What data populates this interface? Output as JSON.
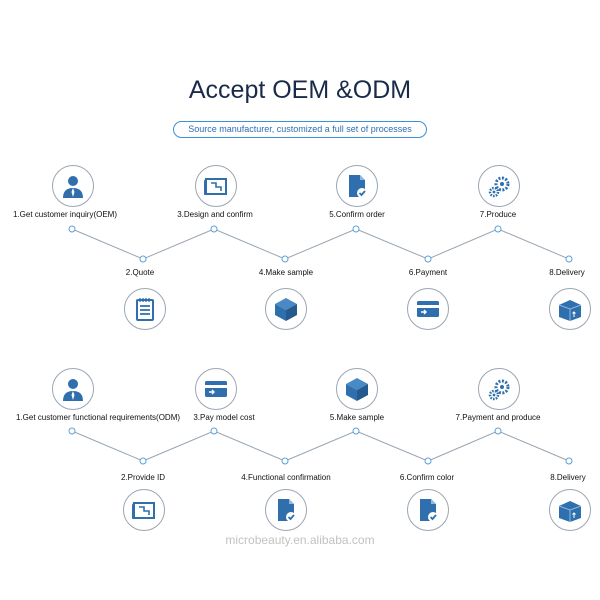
{
  "header": {
    "title": "Accept OEM &ODM",
    "subtitle": "Source manufacturer, customized a full set of processes"
  },
  "colors": {
    "accent": "#2f6fae",
    "line": "#9aa6b2",
    "node": "#5aa0d8"
  },
  "oem_flow": {
    "steps": [
      {
        "label": "1.Get customer inquiry(OEM)",
        "icon": "customer-icon"
      },
      {
        "label": "2.Quote",
        "icon": "notepad-icon"
      },
      {
        "label": "3.Design and confirm",
        "icon": "blueprint-icon"
      },
      {
        "label": "4.Make sample",
        "icon": "cube-icon"
      },
      {
        "label": "5.Confirm order",
        "icon": "document-check-icon"
      },
      {
        "label": "6.Payment",
        "icon": "card-icon"
      },
      {
        "label": "7.Produce",
        "icon": "gears-icon"
      },
      {
        "label": "8.Delivery",
        "icon": "delivery-box-icon"
      }
    ]
  },
  "odm_flow": {
    "steps": [
      {
        "label": "1.Get customer functional requirements(ODM)",
        "icon": "customer-icon"
      },
      {
        "label": "2.Provide ID",
        "icon": "blueprint-icon"
      },
      {
        "label": "3.Pay model cost",
        "icon": "card-icon"
      },
      {
        "label": "4.Functional confirmation",
        "icon": "document-check-icon"
      },
      {
        "label": "5.Make sample",
        "icon": "cube-icon"
      },
      {
        "label": "6.Confirm color",
        "icon": "document-check-icon"
      },
      {
        "label": "7.Payment and produce",
        "icon": "gears-icon"
      },
      {
        "label": "8.Delivery",
        "icon": "delivery-box-icon"
      }
    ]
  },
  "watermark": "microbeauty.en.alibaba.com"
}
